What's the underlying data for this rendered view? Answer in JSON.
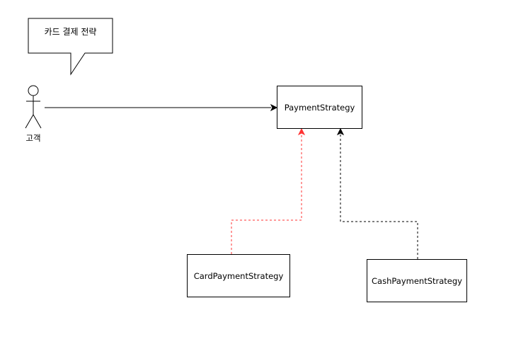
{
  "speech_bubble": {
    "text": "카드 결제 전략"
  },
  "actor": {
    "label": "고객"
  },
  "classes": {
    "payment_strategy": "PaymentStrategy",
    "card_payment_strategy": "CardPaymentStrategy",
    "cash_payment_strategy": "CashPaymentStrategy"
  },
  "colors": {
    "card_link": "#ff3333",
    "cash_link": "#000000",
    "association": "#000000"
  }
}
